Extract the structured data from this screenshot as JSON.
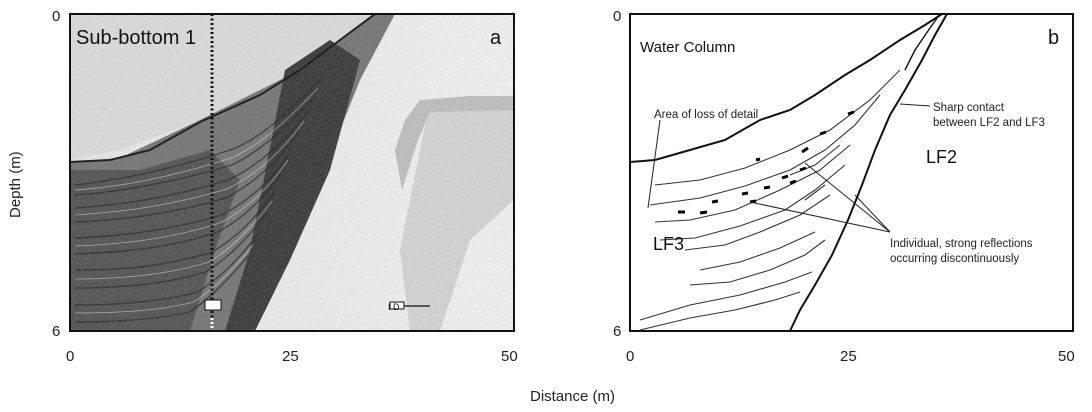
{
  "axes": {
    "y_label": "Depth (m)",
    "x_label": "Distance (m)",
    "y_ticks": [
      "0",
      "6"
    ],
    "x_ticks": [
      "0",
      "25",
      "50"
    ]
  },
  "panel_a": {
    "title": "Sub-bottom 1",
    "letter": "a",
    "scale_marker": "I D"
  },
  "panel_b": {
    "letter": "b",
    "water_column": "Water Column",
    "loss_of_detail": "Area of loss of detail",
    "sharp_contact_line1": "Sharp contact",
    "sharp_contact_line2": "between LF2 and LF3",
    "lf2": "LF2",
    "lf3": "LF3",
    "reflections_line1": "Individual, strong reflections",
    "reflections_line2": "occurring discontinuously"
  }
}
